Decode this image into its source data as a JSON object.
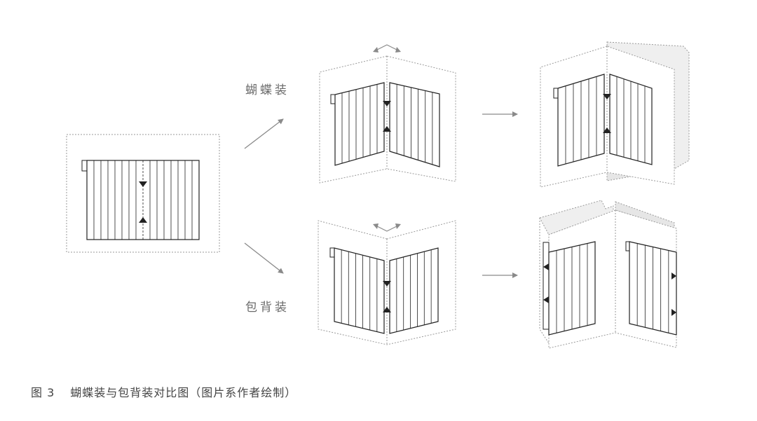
{
  "labels": {
    "top_method": "蝴蝶装",
    "bottom_method": "包背装"
  },
  "caption": {
    "figure_number": "图 3",
    "text": "蝴蝶装与包背装对比图（图片系作者绘制）"
  },
  "colors": {
    "line": "#222222",
    "dotted": "#9a9a9a",
    "arrow": "#8a8a8a",
    "label": "#6b6b6b",
    "shade": "#e6e6e6"
  }
}
